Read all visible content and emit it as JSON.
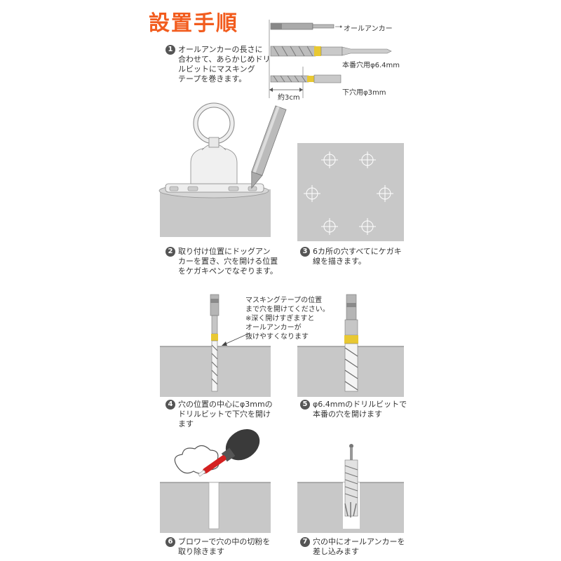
{
  "title": "設置手順",
  "labels": {
    "anchor": "オールアンカー",
    "drill_main": "本番穴用φ6.4mm",
    "drill_pilot": "下穴用φ3mm",
    "length": "約3cm"
  },
  "steps": [
    {
      "num": "1",
      "text": "オールアンカーの長さに\n合わせて、あらかじめドリ\nルビットにマスキング\nテープを巻きます。"
    },
    {
      "num": "2",
      "text": "取り付け位置にドッグアン\nカーを置き、穴を開ける位置\nをケガキペンでなぞります。"
    },
    {
      "num": "3",
      "text": "6カ所の穴すべてにケガキ\n線を描きます。"
    },
    {
      "num": "4",
      "text": "穴の位置の中心にφ3mmの\nドリルビットで下穴を開け\nます"
    },
    {
      "num": "5",
      "text": "φ6.4mmのドリルビットで\n本番の穴を開けます"
    },
    {
      "num": "6",
      "text": "ブロワーで穴の中の切粉を\n取り除きます"
    },
    {
      "num": "7",
      "text": "穴の中にオールアンカーを\n差し込みます"
    }
  ],
  "note": "マスキングテープの位置\nまで穴を開けてください。\n※深く開けすぎますと\nオールアンカーが\n抜けやすくなります",
  "colors": {
    "accent": "#f25c1e",
    "concrete": "#c8c8c8",
    "tape": "#e8c832",
    "blower": "#d42020"
  }
}
